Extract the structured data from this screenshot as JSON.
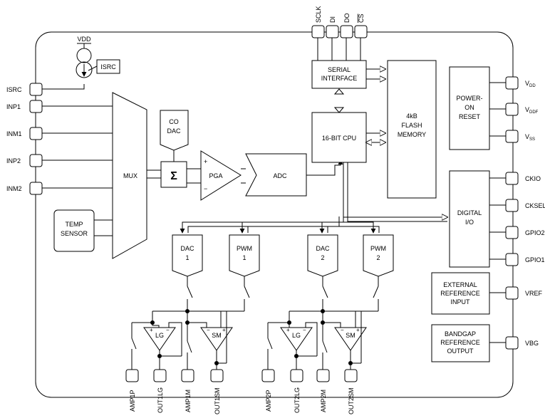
{
  "top_pins": [
    "SCLK",
    "DI",
    "DO",
    "CS"
  ],
  "left_pins": [
    "ISRC",
    "INP1",
    "INM1",
    "INP2",
    "INM2"
  ],
  "right_pins": {
    "vdd": {
      "main": "V",
      "sub": "DD"
    },
    "vddf": {
      "main": "V",
      "sub": "DDF"
    },
    "vss": {
      "main": "V",
      "sub": "SS"
    },
    "others": [
      "CKIO",
      "CKSEL",
      "GPIO2",
      "GPIO1",
      "VREF",
      "VBG"
    ]
  },
  "bottom_pins": [
    "AMP1P",
    "OUT1LG",
    "AMP1M",
    "OUT1SM",
    "AMP2P",
    "OUT2LG",
    "AMP2M",
    "OUT2SM"
  ],
  "blocks": {
    "vdd": "VDD",
    "isrc": "ISRC",
    "mux": "MUX",
    "temp": [
      "TEMP",
      "SENSOR"
    ],
    "co_dac": [
      "CO",
      "DAC"
    ],
    "sigma": "Σ",
    "pga": "PGA",
    "adc": "ADC",
    "serial": [
      "SERIAL",
      "INTERFACE"
    ],
    "cpu": "16-BIT CPU",
    "flash": [
      "4kB",
      "FLASH",
      "MEMORY"
    ],
    "por": [
      "POWER-",
      "ON",
      "RESET"
    ],
    "dio": [
      "DIGITAL",
      "I/O"
    ],
    "ext_ref": [
      "EXTERNAL",
      "REFERENCE",
      "INPUT"
    ],
    "bandgap": [
      "BANDGAP",
      "REFERENCE",
      "OUTPUT"
    ],
    "dac1": [
      "DAC",
      "1"
    ],
    "pwm1": [
      "PWM",
      "1"
    ],
    "dac2": [
      "DAC",
      "2"
    ],
    "pwm2": [
      "PWM",
      "2"
    ],
    "lg": "LG",
    "sm": "SM",
    "plus": "+",
    "minus": "−"
  }
}
